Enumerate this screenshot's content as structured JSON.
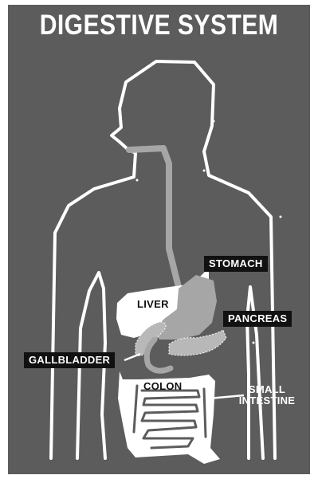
{
  "title": "DIGESTIVE SYSTEM",
  "labels": {
    "stomach": "STOMACH",
    "liver": "LIVER",
    "pancreas": "PANCREAS",
    "gallbladder": "GALLBLADDER",
    "colon": "COLON",
    "small_intestine_line1": "SMALL",
    "small_intestine_line2": "INTESTINE"
  },
  "colors": {
    "background": "#5c5c5c",
    "outline": "#ffffff",
    "organ_fill": "#a6a6a6",
    "label_box": "#111111"
  }
}
